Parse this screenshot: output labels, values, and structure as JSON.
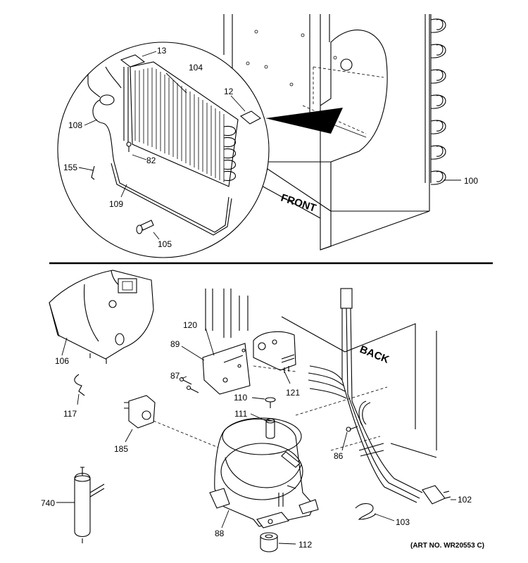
{
  "callouts": {
    "c13": "13",
    "c104": "104",
    "c12": "12",
    "c108": "108",
    "c82": "82",
    "c155": "155",
    "c109": "109",
    "c105": "105",
    "c100": "100",
    "c106": "106",
    "c120": "120",
    "c89": "89",
    "c87": "87",
    "c121": "121",
    "c110": "110",
    "c117": "117",
    "c111": "111",
    "c185": "185",
    "c86": "86",
    "c740": "740",
    "c102": "102",
    "c88": "88",
    "c103": "103",
    "c112": "112"
  },
  "labels": {
    "front": "FRONT",
    "back": "BACK"
  },
  "art_number": "(ART NO. WR20553 C)"
}
